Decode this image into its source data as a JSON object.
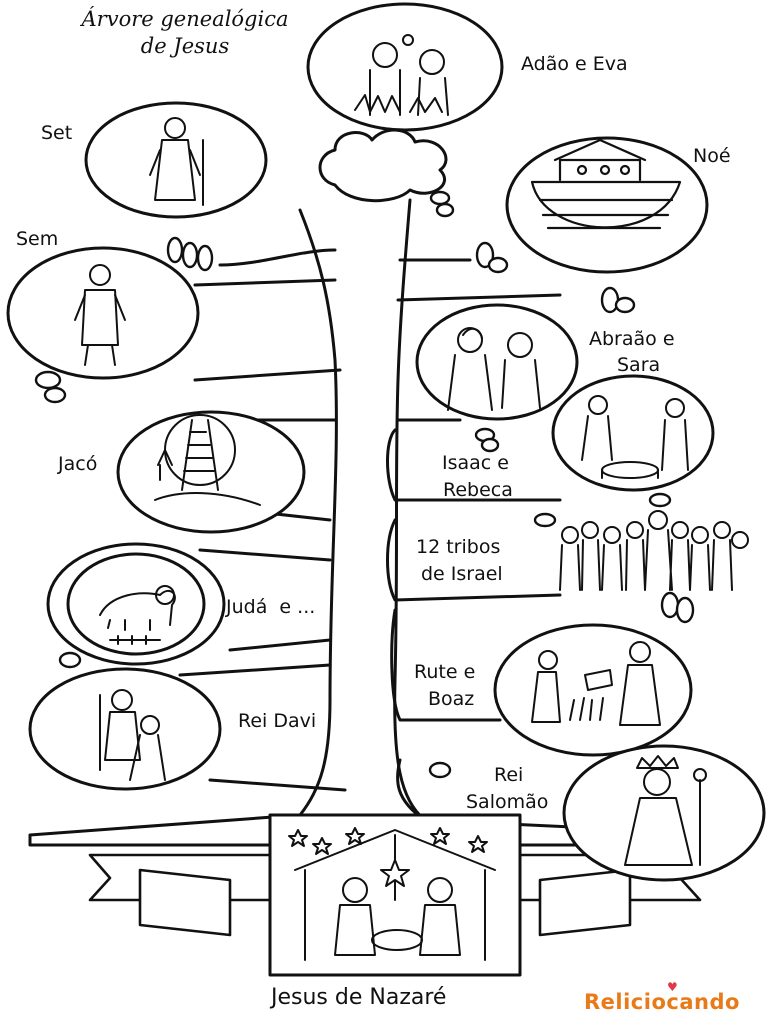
{
  "title": {
    "line1": "Árvore genealógica",
    "line2": "de Jesus"
  },
  "people": {
    "adao_eva": "Adão e Eva",
    "set": "Set",
    "noe": "Noé",
    "sem": "Sem",
    "abraao_sara_line1": "Abraão e",
    "abraao_sara_line2": "Sara",
    "jaco": "Jacó",
    "isaac_rebeca_line1": "Isaac e",
    "isaac_rebeca_line2": "Rebeca",
    "tribos_line1": "12 tribos",
    "tribos_line2": "de Israel",
    "juda": "Judá  e ...",
    "rute_boaz_line1": "Rute e",
    "rute_boaz_line2": "Boaz",
    "rei_davi": "Rei Davi",
    "salomao_line1": "Rei",
    "salomao_line2": "Salomão"
  },
  "bottom_title": "Jesus de Nazaré",
  "logo": {
    "text": "Reliciocando",
    "heart": "♥"
  },
  "icons": {
    "adao_eva": "adam-eve-icon",
    "set": "seth-icon",
    "noe": "ark-icon",
    "sem": "shem-icon",
    "abraao_sara": "abraham-sarah-icon",
    "jaco": "jacob-ladder-icon",
    "isaac_rebeca": "isaac-rebekah-well-icon",
    "tribos": "tribes-crowd-icon",
    "juda": "lion-judah-icon",
    "rute_boaz": "ruth-boaz-icon",
    "rei_davi": "david-goliath-icon",
    "salomao": "king-solomon-icon",
    "nativity": "nativity-scene-icon"
  },
  "colors": {
    "line": "#111111",
    "logo": "#e87a17",
    "heart": "#e03a4a"
  }
}
